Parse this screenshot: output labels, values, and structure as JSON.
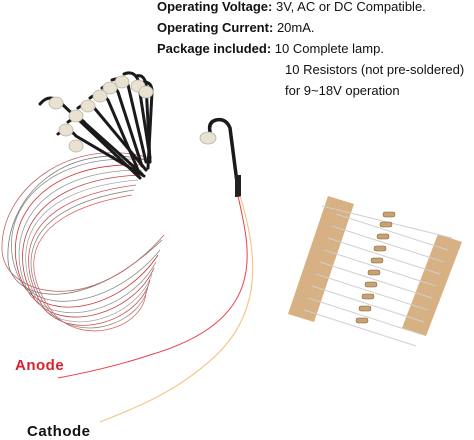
{
  "specs": [
    {
      "key": "Operating Voltage",
      "value": "3V, AC or DC Compatible."
    },
    {
      "key": "Operating Current",
      "value": "20mA."
    },
    {
      "key": "Package included",
      "value": "10 Complete lamp."
    }
  ],
  "spec_continuation": [
    "10 Resistors (not pre-soldered)",
    "for 9~18V operation"
  ],
  "labels": {
    "anode": "Anode",
    "cathode": "Cathode"
  },
  "colors": {
    "anode_wire": "#e8424a",
    "cathode_wire": "#f2c98c",
    "anode_text": "#d8232a",
    "lamp_pole": "#1a1a1a",
    "lamp_shade": "#e9e2d2",
    "resistor_tape": "#d7b183"
  },
  "lamp_count": 10,
  "resistor_count": 10
}
